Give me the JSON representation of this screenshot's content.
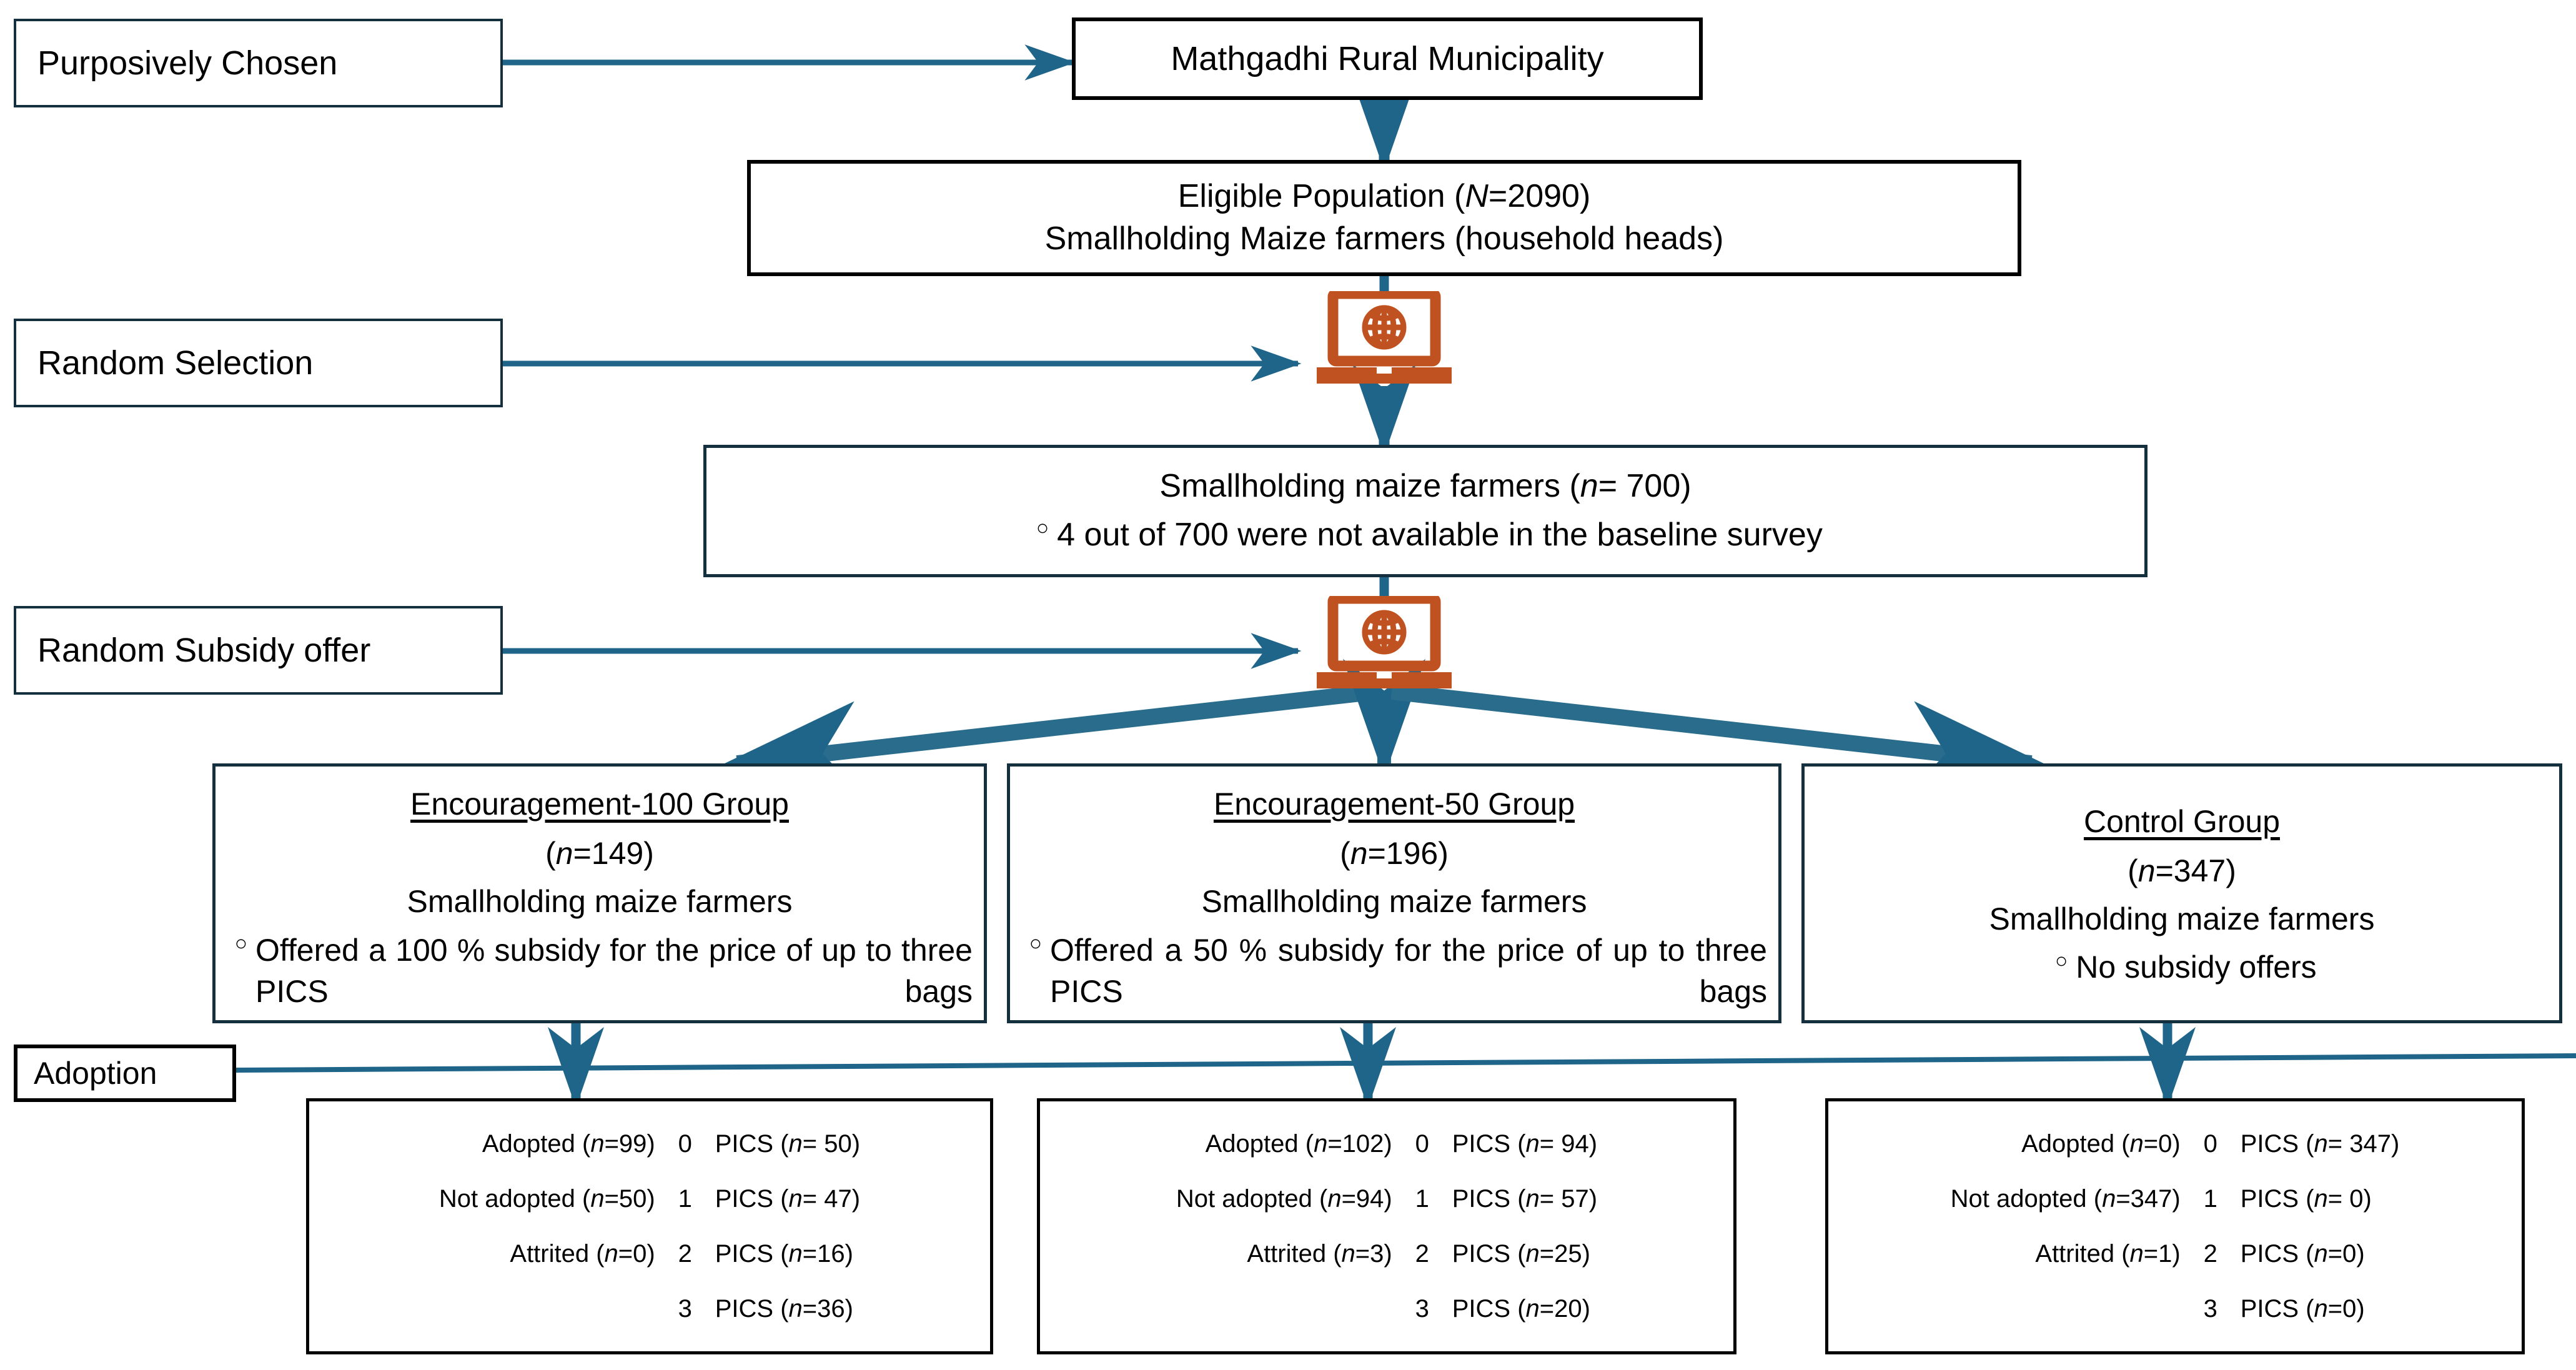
{
  "diagram": {
    "title": "Experimental design flowchart of PICS bag subsidy randomized encouragement trial",
    "colors": {
      "arrow": "#1f6589",
      "box_border": "#14303f",
      "results_border": "#000000",
      "icon": "#bf5220",
      "text": "#000000",
      "background": "#ffffff"
    },
    "stage_labels": [
      {
        "id": "purposively-chosen",
        "text": "Purposively Chosen"
      },
      {
        "id": "random-selection",
        "text": "Random Selection"
      },
      {
        "id": "random-subsidy-offer",
        "text": "Random Subsidy offer"
      },
      {
        "id": "adoption",
        "text": "Adoption"
      }
    ],
    "nodes": {
      "site": {
        "text": "Mathgadhi Rural Municipality"
      },
      "eligible": {
        "line1_pre": "Eligible Population (",
        "line1_italic": "N",
        "line1_post": "=2090)",
        "line2": "Smallholding Maize farmers (household heads)"
      },
      "sample": {
        "line1_pre": "Smallholding maize farmers (",
        "line1_italic": "n",
        "line1_post": "= 700)",
        "bullet": "○",
        "bullet_text": "4 out of 700 were not available in the baseline survey"
      }
    },
    "arms": [
      {
        "id": "encouragement-100",
        "title": "Encouragement-100 Group",
        "n_open": "(",
        "n_italic": "n",
        "n_close": "=149)",
        "subtitle": "Smallholding maize farmers",
        "bullet": "○",
        "bullet_text": "Offered a 100 % subsidy for the price of up to three PICS bags",
        "justify": true
      },
      {
        "id": "encouragement-50",
        "title": "Encouragement-50 Group",
        "n_open": "(",
        "n_italic": "n",
        "n_close": "=196)",
        "subtitle": "Smallholding maize farmers",
        "bullet": "○",
        "bullet_text": "Offered a 50 % subsidy for the price of up to three PICS bags",
        "justify": true
      },
      {
        "id": "control",
        "title": "Control Group",
        "n_open": "(",
        "n_italic": "n",
        "n_close": "=347)",
        "subtitle": "Smallholding maize farmers",
        "bullet": "○",
        "bullet_text": "No subsidy offers",
        "justify": false
      }
    ],
    "results": [
      {
        "id": "results-encouragement-100",
        "rows": [
          {
            "left_pre": "Adopted (",
            "left_italic": "n",
            "left_post": "=99)",
            "count": "0",
            "right_pre": "PICS (",
            "right_italic": "n",
            "right_post": "= 50)"
          },
          {
            "left_pre": "Not adopted (",
            "left_italic": "n",
            "left_post": "=50)",
            "count": "1",
            "right_pre": "PICS (",
            "right_italic": "n",
            "right_post": "= 47)"
          },
          {
            "left_pre": "Attrited (",
            "left_italic": "n",
            "left_post": "=0)",
            "count": "2",
            "right_pre": "PICS (",
            "right_italic": "n",
            "right_post": "=16)"
          },
          {
            "left_pre": "",
            "left_italic": "",
            "left_post": "",
            "count": "3",
            "right_pre": "PICS (",
            "right_italic": "n",
            "right_post": "=36)"
          }
        ]
      },
      {
        "id": "results-encouragement-50",
        "rows": [
          {
            "left_pre": "Adopted (",
            "left_italic": "n",
            "left_post": "=102)",
            "count": "0",
            "right_pre": "PICS (",
            "right_italic": "n",
            "right_post": "= 94)"
          },
          {
            "left_pre": "Not adopted (",
            "left_italic": "n",
            "left_post": "=94)",
            "count": "1",
            "right_pre": "PICS (",
            "right_italic": "n",
            "right_post": "= 57)"
          },
          {
            "left_pre": "Attrited (",
            "left_italic": "n",
            "left_post": "=3)",
            "count": "2",
            "right_pre": "PICS (",
            "right_italic": "n",
            "right_post": "=25)"
          },
          {
            "left_pre": "",
            "left_italic": "",
            "left_post": "",
            "count": "3",
            "right_pre": "PICS (",
            "right_italic": "n",
            "right_post": "=20)"
          }
        ]
      },
      {
        "id": "results-control",
        "rows": [
          {
            "left_pre": "Adopted (",
            "left_italic": "n",
            "left_post": "=0)",
            "count": "0",
            "right_pre": "PICS (",
            "right_italic": "n",
            "right_post": "= 347)"
          },
          {
            "left_pre": "Not adopted (",
            "left_italic": "n",
            "left_post": "=347)",
            "count": "1",
            "right_pre": "PICS (",
            "right_italic": "n",
            "right_post": "= 0)"
          },
          {
            "left_pre": "Attrited (",
            "left_italic": "n",
            "left_post": "=1)",
            "count": "2",
            "right_pre": "PICS (",
            "right_italic": "n",
            "right_post": "=0)"
          },
          {
            "left_pre": "",
            "left_italic": "",
            "left_post": "",
            "count": "3",
            "right_pre": "PICS (",
            "right_italic": "n",
            "right_post": "=0)"
          }
        ]
      }
    ],
    "icons": [
      {
        "id": "randomization-laptop-1",
        "name": "laptop-globe-icon"
      },
      {
        "id": "randomization-laptop-2",
        "name": "laptop-globe-icon"
      }
    ]
  }
}
